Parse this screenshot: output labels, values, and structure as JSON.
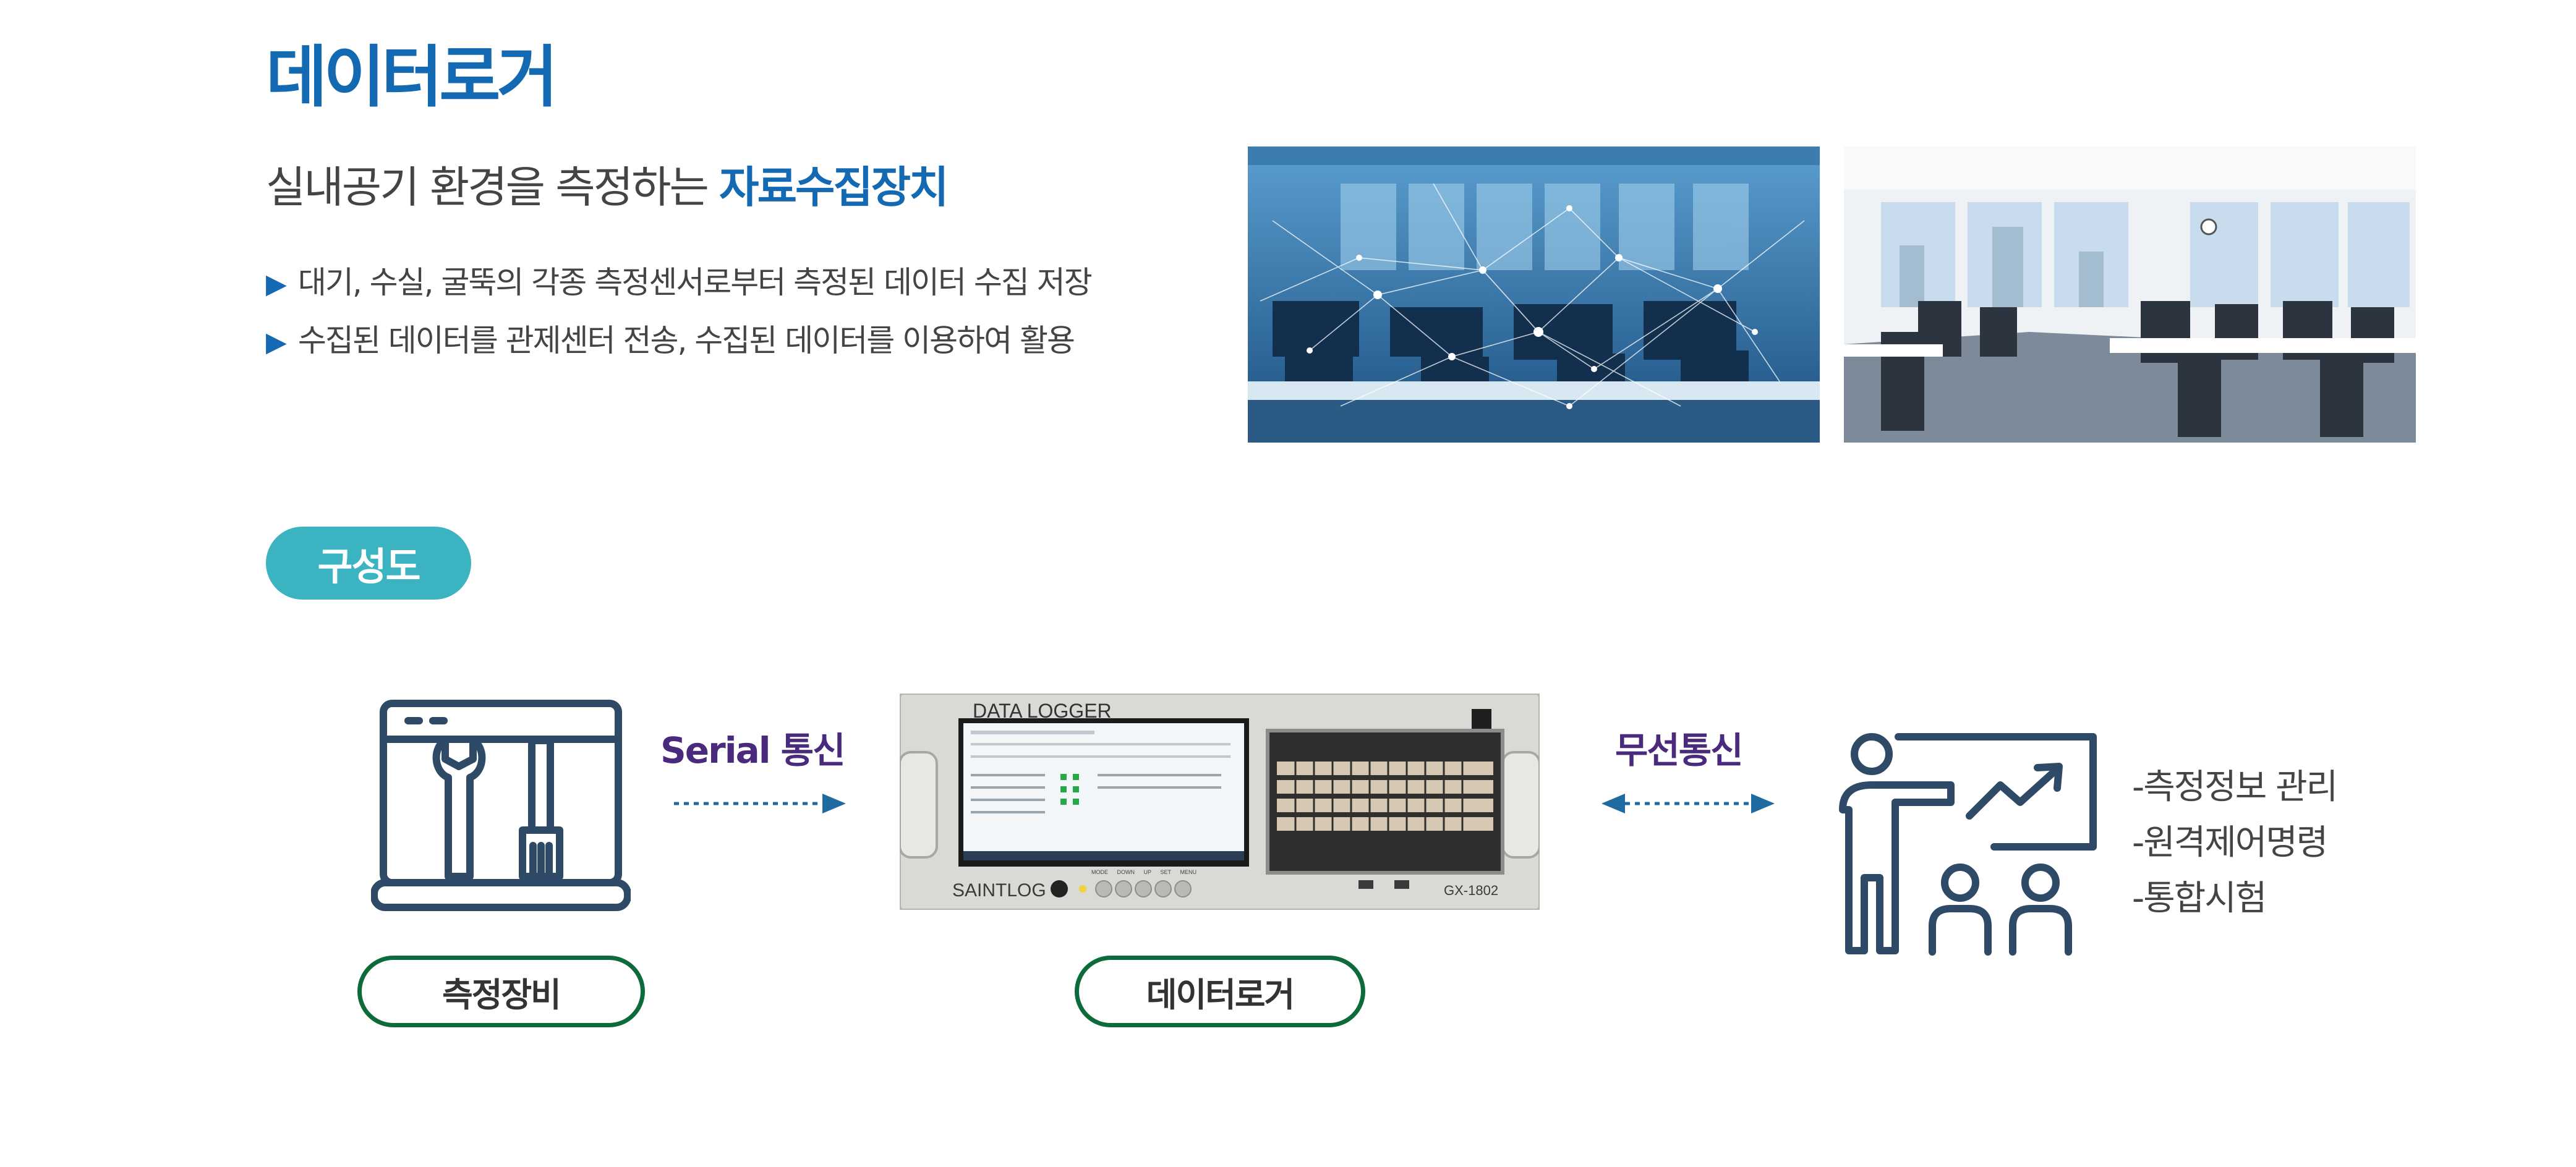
{
  "header": {
    "title": "데이터로거",
    "subtitle_prefix": "실내공기 환경을 측정하는",
    "subtitle_highlight": "자료수집장치",
    "bullets": [
      "대기, 수실, 굴뚝의 각종 측정센서로부터 측정된 데이터 수집 저장",
      "수집된 데이터를 관제센터 전송, 수집된 데이터를 이용하여 활용"
    ]
  },
  "section": {
    "badge": "구성도"
  },
  "diagram": {
    "left_label": "측정장비",
    "center_label": "데이터로거",
    "link_left": "Serial 통신",
    "link_right": "무선통신",
    "device": {
      "screen_title": "DATA LOGGER",
      "brand": "SAINTLOG",
      "model": "GX-1802",
      "buttons": [
        "MODE",
        "DOWN",
        "UP",
        "SET",
        "MENU"
      ]
    },
    "functions": [
      "-측정정보 관리",
      "-원격제어명령",
      "-통합시험"
    ]
  },
  "colors": {
    "accent_blue": "#1469b3",
    "teal": "#3bb3c1",
    "purple": "#4a2a7d",
    "green": "#0d6a3a",
    "icon_navy": "#2e4a66"
  }
}
